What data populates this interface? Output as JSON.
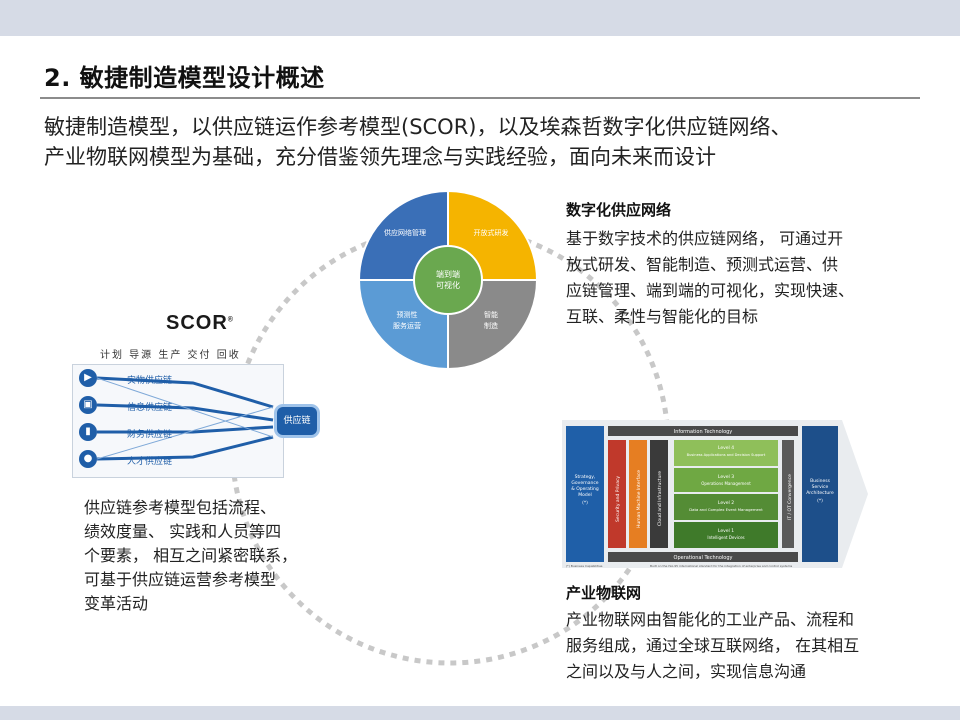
{
  "slide": {
    "title": "2. 敏捷制造模型设计概述",
    "intro_lines": [
      "敏捷制造模型，以供应链运作参考模型(SCOR)，以及埃森哲数字化供应链网络、",
      "产业物联网模型为基础，充分借鉴领先理念与实践经验，面向未来而设计"
    ]
  },
  "pie": {
    "center": [
      "端到端",
      "可视化"
    ],
    "segments": [
      {
        "label": [
          "供应网络管理"
        ],
        "color": "#3a6fb7"
      },
      {
        "label": [
          "开放式研发"
        ],
        "color": "#f5b400"
      },
      {
        "label": [
          "智能",
          "制造"
        ],
        "color": "#8a8a8a"
      },
      {
        "label": [
          "预测性",
          "服务运营"
        ],
        "color": "#5b9bd5"
      }
    ],
    "center_color": "#6aa84f"
  },
  "digital_network": {
    "heading": "数字化供应网络",
    "lines": [
      "基于数字技术的供应链网络， 可通过开",
      "放式研发、智能制造、预测式运营、供",
      "应链管理、端到端的可视化，实现快速、",
      "互联、柔性与智能化的目标"
    ]
  },
  "scor": {
    "logo": "SCOR",
    "logo_mark": "®",
    "tabs": "计划 导源 生产 交付 回收",
    "rows": [
      "实物供应链",
      "信息供应链",
      "财务供应链",
      "人才供应链"
    ],
    "hub": "供应链",
    "desc_lines": [
      "供应链参考模型包括流程、",
      "绩效度量、 实践和人员等四",
      "个要素， 相互之间紧密联系，",
      "可基于供应链运营参考模型",
      "变革活动"
    ]
  },
  "iiot": {
    "top_bar": "Information Technology",
    "bottom_bar": "Operational Technology",
    "left_box": [
      "Strategy,",
      "Governance",
      "& Operating",
      "Model",
      "(*)"
    ],
    "vertical_1": "Security and Privacy",
    "vertical_2": "Human Machine Interface",
    "vertical_3": "Cloud and Infrastructure",
    "levels": [
      {
        "level": "Level 4",
        "text": "Business Applications and Decision Support"
      },
      {
        "level": "Level 3",
        "text": "Operations Management"
      },
      {
        "level": "Level 2",
        "text": "Data and Complex Event Management"
      },
      {
        "level": "Level 1",
        "text": "Intelligent Devices"
      }
    ],
    "convergence": "IT / OT Convergence",
    "right_box": [
      "Business",
      "Service",
      "Architecture",
      "(*)"
    ],
    "footer_left": "(*) Business Capabilities",
    "footer_right": "Built on the ISA-95 international standard for the integration of enterprise and control systems",
    "colors": {
      "blue": "#1f5fa8",
      "red": "#c0392b",
      "orange": "#e67e22",
      "green_light": "#8fbf5a",
      "green_dark": "#3f7a2a",
      "dark": "#4a4a4a",
      "navy": "#1d4f8a"
    }
  },
  "iot": {
    "heading": "产业物联网",
    "lines": [
      "产业物联网由智能化的工业产品、流程和",
      "服务组成，通过全球互联网络， 在其相互",
      "之间以及与人之间，实现信息沟通"
    ]
  }
}
